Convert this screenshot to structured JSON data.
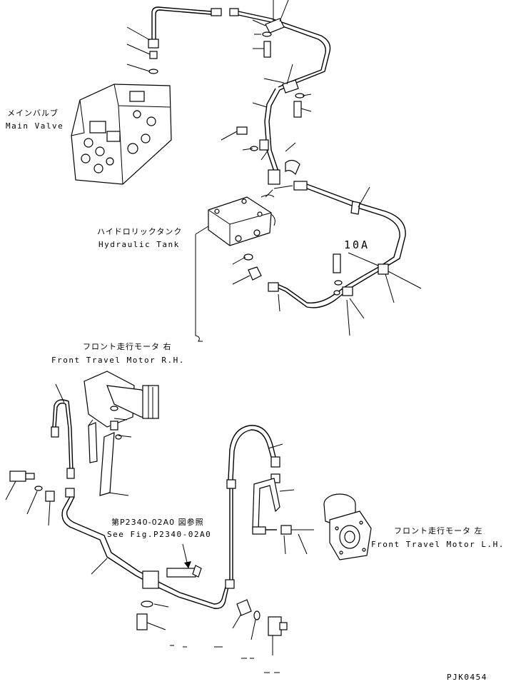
{
  "labels": {
    "main_valve_jp": "メインバルブ",
    "main_valve_en": "Main Valve",
    "hydraulic_tank_jp": "ハイドロリックタンク",
    "hydraulic_tank_en": "Hydraulic Tank",
    "section_10a": "10A",
    "front_motor_rh_jp": "フロント走行モータ 右",
    "front_motor_rh_en": "Front Travel Motor R.H.",
    "see_fig_jp": "第P2340-02A0 図参照",
    "see_fig_en": "See Fig.P2340-02A0",
    "front_motor_lh_jp": "フロント走行モータ 左",
    "front_motor_lh_en": "Front Travel Motor L.H.",
    "drawing_code": "PJK0454"
  }
}
